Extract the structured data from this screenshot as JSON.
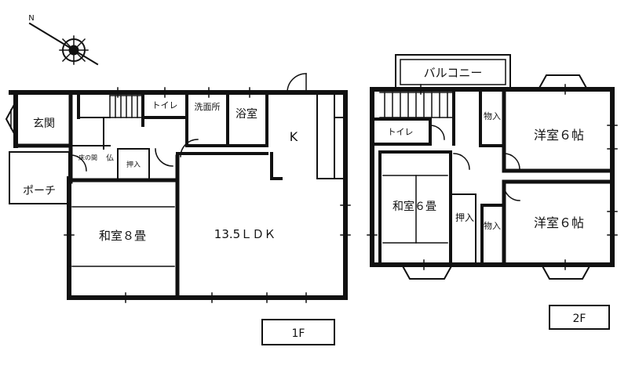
{
  "compass": {
    "north_label": "N"
  },
  "floor1": {
    "floor_label": "1F",
    "rooms": {
      "entrance": "玄関",
      "porch": "ポーチ",
      "toilet": "トイレ",
      "washroom": "洗面所",
      "bath": "浴室",
      "kitchen": "K",
      "ldk": "13.5ＬＤＫ",
      "japanese_room": "和室８畳",
      "altar_space": "仏",
      "closet": "押入",
      "alcove": "床の間"
    }
  },
  "floor2": {
    "floor_label": "2F",
    "rooms": {
      "balcony": "バルコニー",
      "toilet": "トイレ",
      "storage_top": "物入",
      "storage_bottom": "物入",
      "western_room_top": "洋室６帖",
      "western_room_bottom": "洋室６帖",
      "japanese_room": "和室６畳",
      "closet": "押入"
    }
  }
}
